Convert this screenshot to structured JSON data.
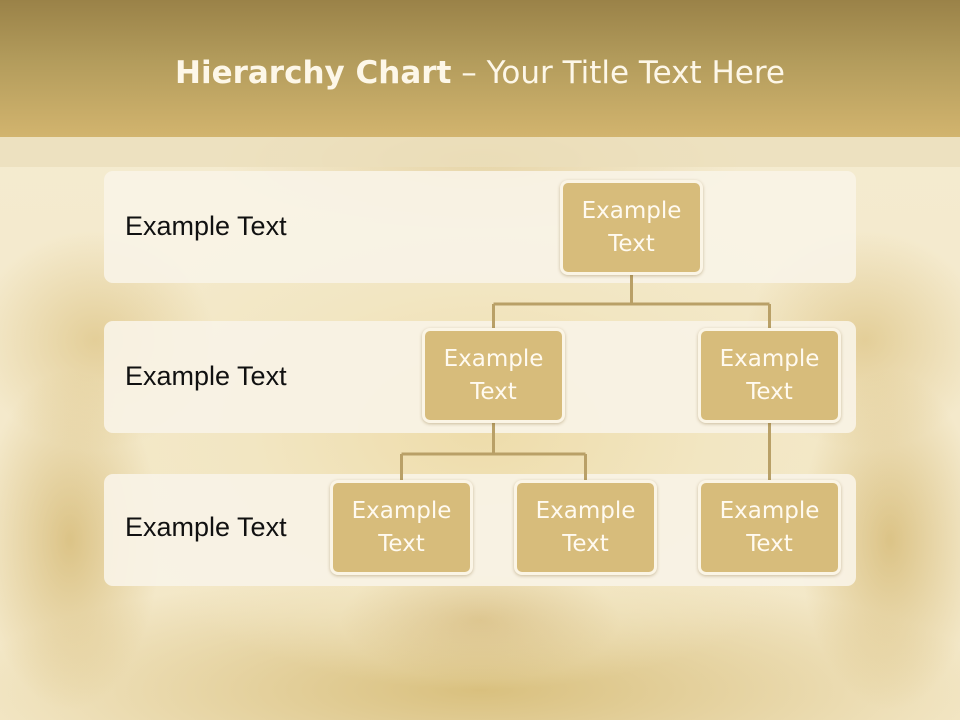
{
  "slide": {
    "title_bold": "Hierarchy Chart",
    "title_rest": " – Your Title Text Here"
  },
  "colors": {
    "header": "#b39c5c",
    "node_fill": "#d7bc7b",
    "node_border": "#fbf5e6",
    "connector": "#b9a067",
    "band": "#f8f3e6"
  },
  "levels": [
    {
      "label": "Example Text"
    },
    {
      "label": "Example Text"
    },
    {
      "label": "Example Text"
    }
  ],
  "nodes": [
    {
      "id": "root",
      "text": "Example\nText",
      "parent": null
    },
    {
      "id": "mid-left",
      "text": "Example\nText",
      "parent": "root"
    },
    {
      "id": "mid-right",
      "text": "Example\nText",
      "parent": "root"
    },
    {
      "id": "leaf-1",
      "text": "Example\nText",
      "parent": "mid-left"
    },
    {
      "id": "leaf-2",
      "text": "Example\nText",
      "parent": "mid-left"
    },
    {
      "id": "leaf-3",
      "text": "Example\nText",
      "parent": "mid-right"
    }
  ]
}
